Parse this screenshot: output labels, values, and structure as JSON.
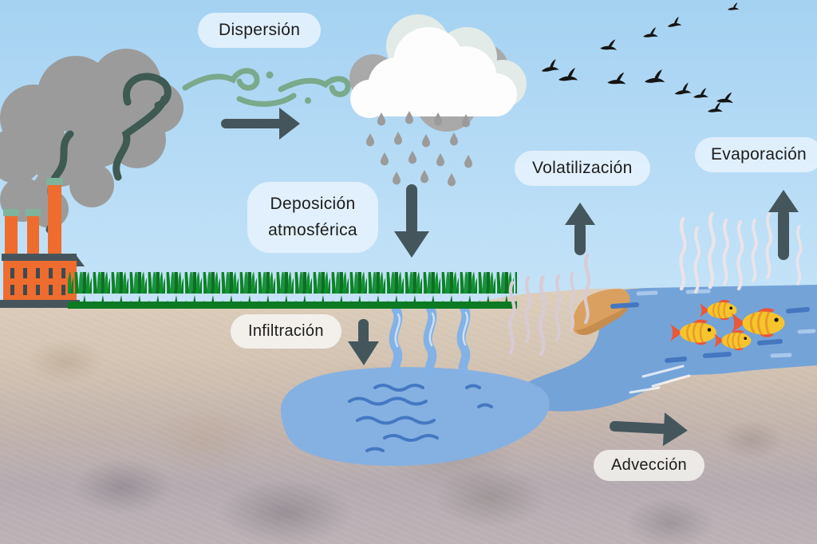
{
  "labels": {
    "dispersion": "Dispersión",
    "deposicion": "Deposición atmosférica",
    "volatilizacion": "Volatilización",
    "evaporacion": "Evaporación",
    "infiltracion": "Infiltración",
    "adveccion": "Advección"
  },
  "icons": [
    "factory-icon",
    "smoke-plume-icon",
    "wind-swirl-icon",
    "dispersion-arrow-right-icon",
    "rain-cloud-icon",
    "raindrops-icon",
    "deposition-arrow-down-icon",
    "birds-flock-icon",
    "grass-strip-icon",
    "volatilization-arrow-up-icon",
    "evaporation-arrow-up-icon",
    "soil-vapor-icon",
    "water-vapor-icon",
    "river-icon",
    "sandbank-icon",
    "fish-school-icon",
    "groundwater-pond-icon",
    "infiltration-streams-icon",
    "infiltration-arrow-down-icon",
    "advection-arrow-right-icon"
  ],
  "colors": {
    "sky_top": "#a5d2f2",
    "sky_bottom": "#d9edfb",
    "text": "#1c1c1c",
    "arrow": "#44565c",
    "smoke": "#9b9b9b",
    "smoke_wisp": "#3e5a52",
    "factory_orange": "#ee6c2e",
    "factory_slate": "#46555c",
    "chimney_collar": "#7fb39c",
    "wind": "#7aa98b",
    "cloud_white": "#fdfdfd",
    "cloud_gray": "#a9a9a9",
    "rain": "#9b9b9b",
    "grass": "#0e8126",
    "water_river": "#74a3d8",
    "water_pond": "#85b1e2",
    "water_wave": "#4478c2",
    "sand": "#d9a05f",
    "fish_body": "#f6c42d",
    "fish_fin": "#e8583a",
    "vapor": "#d9cbd4",
    "bird": "#151515"
  }
}
